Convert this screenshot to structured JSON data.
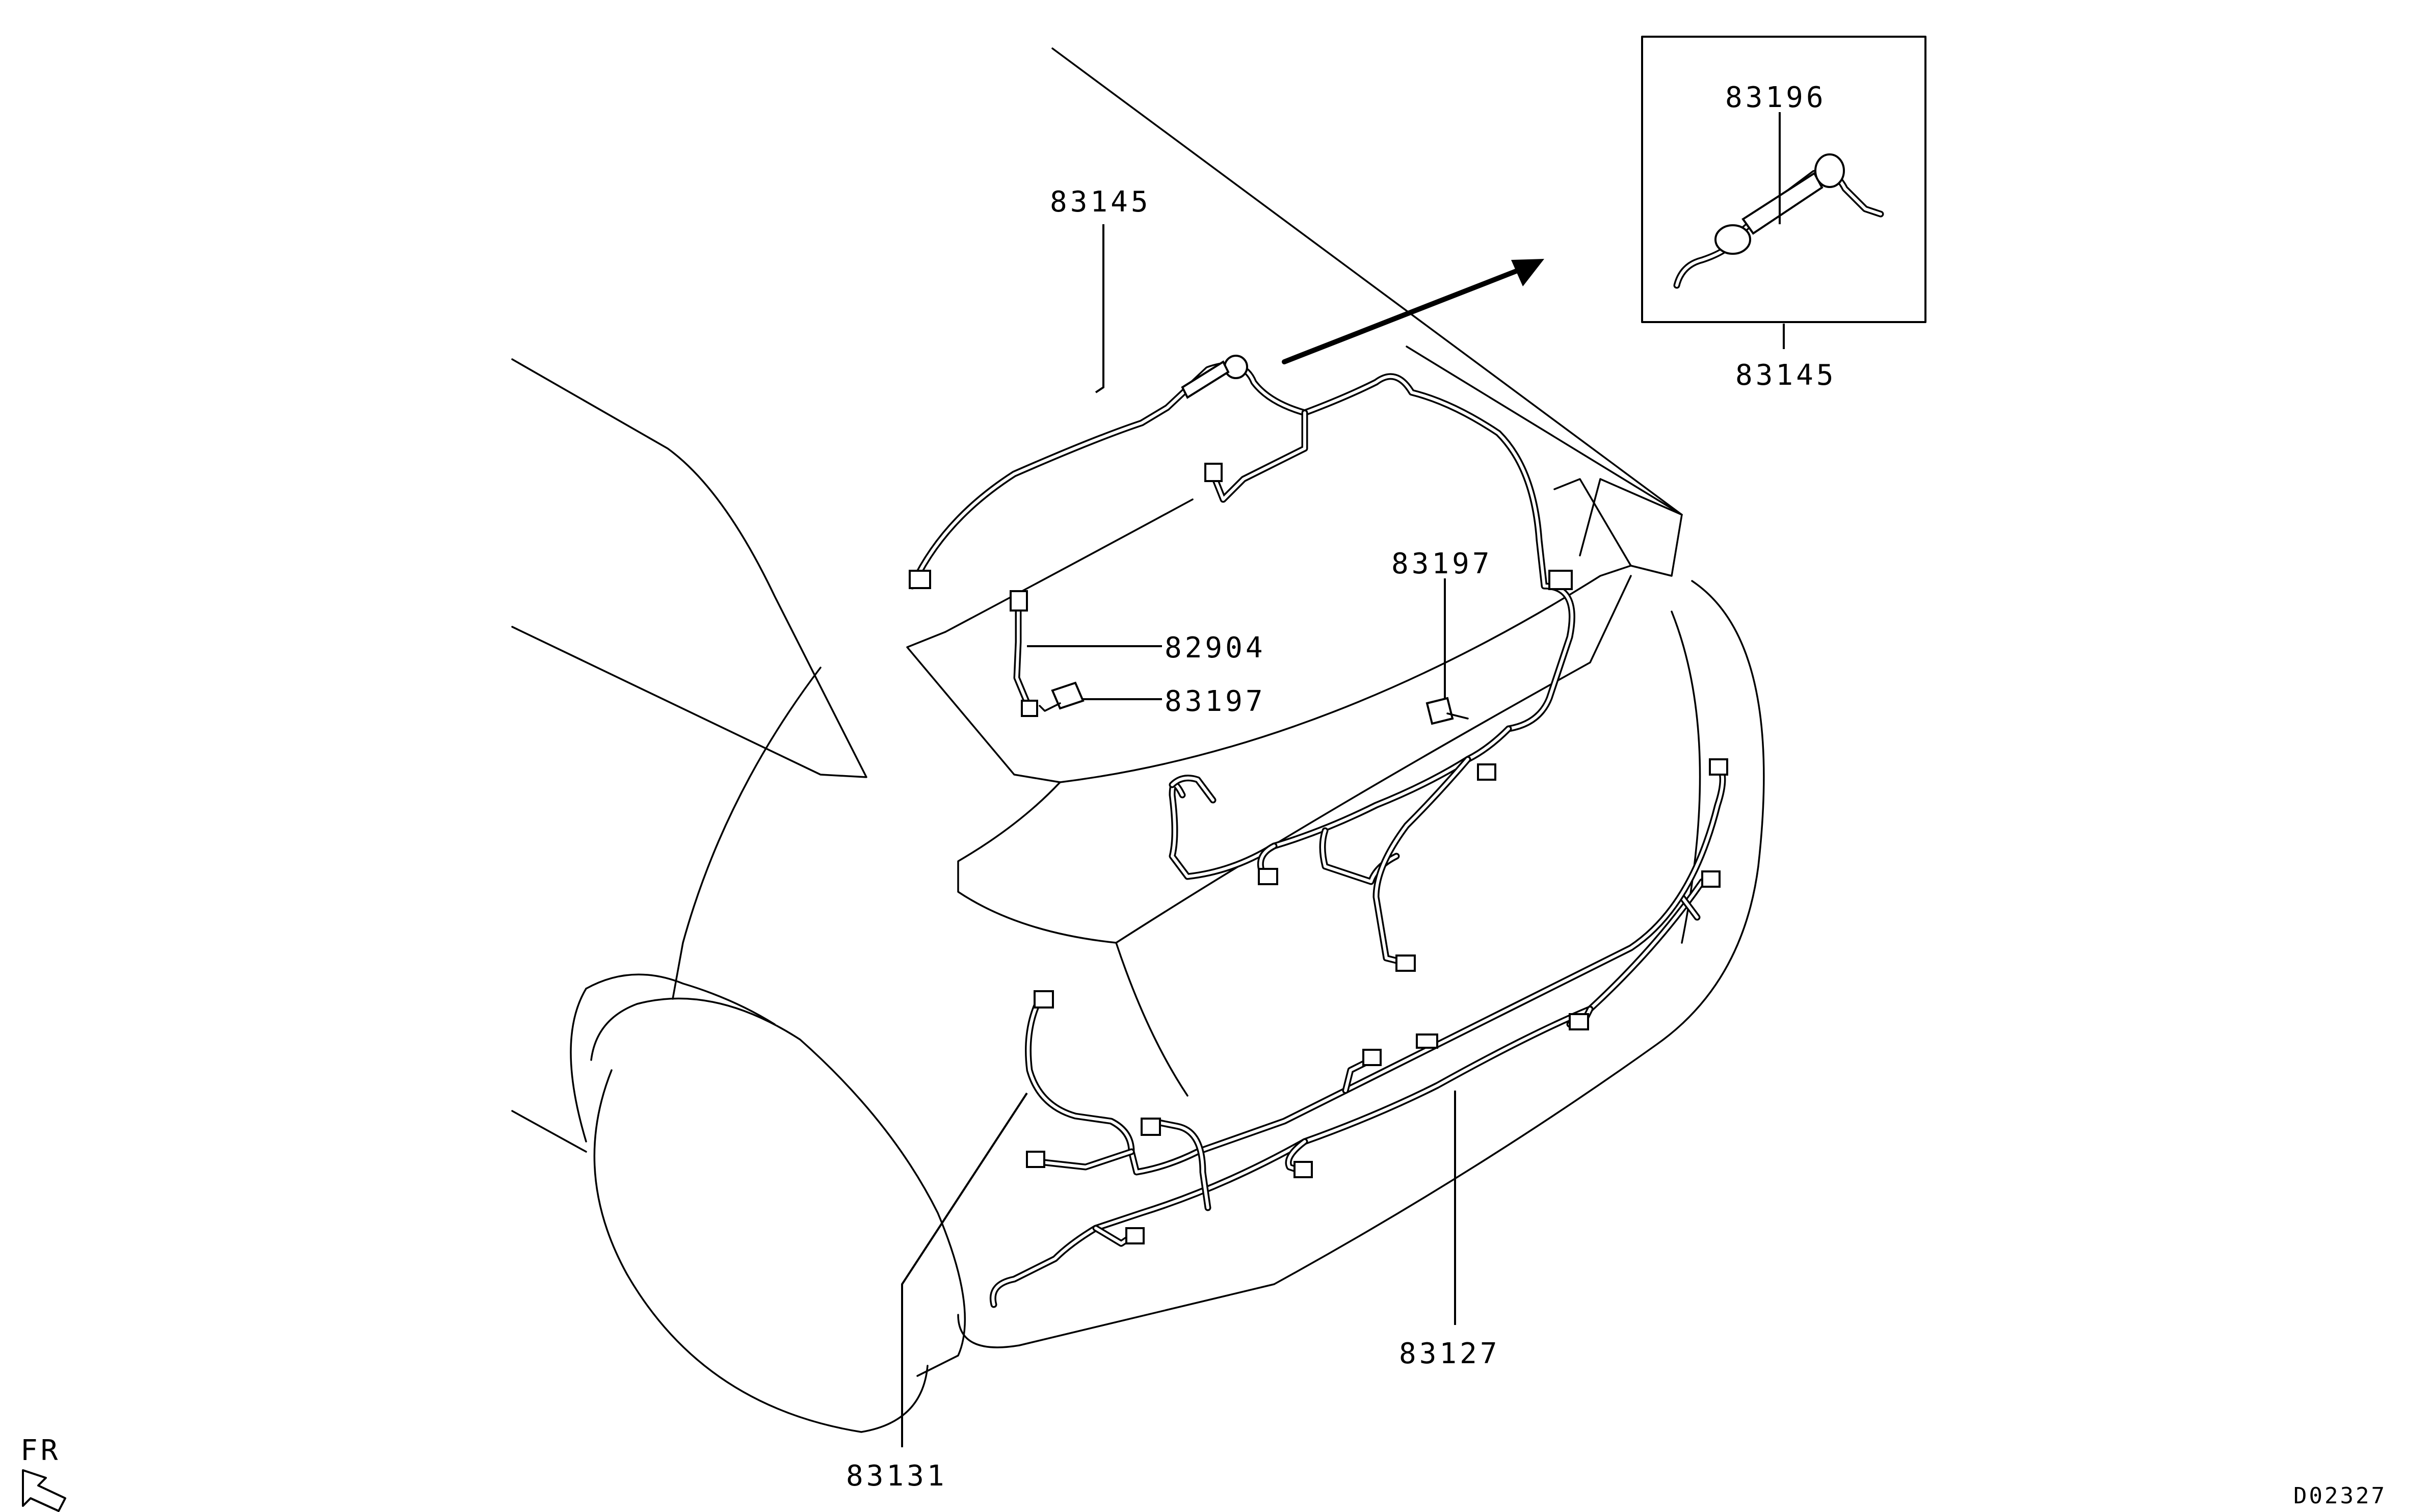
{
  "diagram": {
    "labels": {
      "callout_83145_main": "83145",
      "callout_83196": "83196",
      "callout_83145_inset": "83145",
      "callout_83197_right": "83197",
      "callout_82904": "82904",
      "callout_83197_left": "83197",
      "callout_83127": "83127",
      "callout_83131": "83131",
      "direction": "FR"
    },
    "drawing_code": "D02327",
    "icons": {
      "arrow": "detail-pointer-arrow-icon",
      "front_direction": "front-direction-arrow-icon"
    }
  }
}
